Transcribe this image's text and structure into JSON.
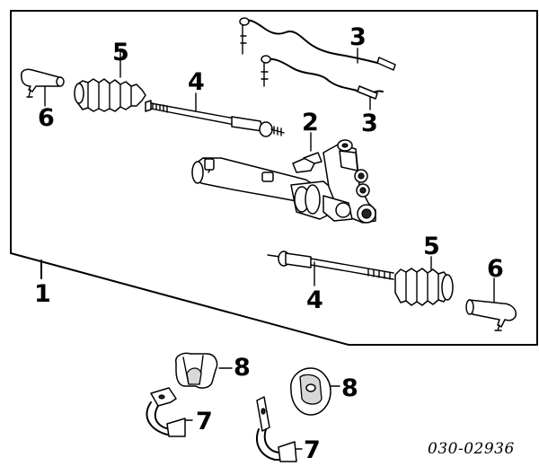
{
  "callouts": {
    "c1": "1",
    "c2": "2",
    "c3a": "3",
    "c3b": "3",
    "c4a": "4",
    "c4b": "4",
    "c5a": "5",
    "c5b": "5",
    "c6a": "6",
    "c6b": "6",
    "c7a": "7",
    "c7b": "7",
    "c8a": "8",
    "c8b": "8"
  },
  "diagram_code": "030-02936"
}
